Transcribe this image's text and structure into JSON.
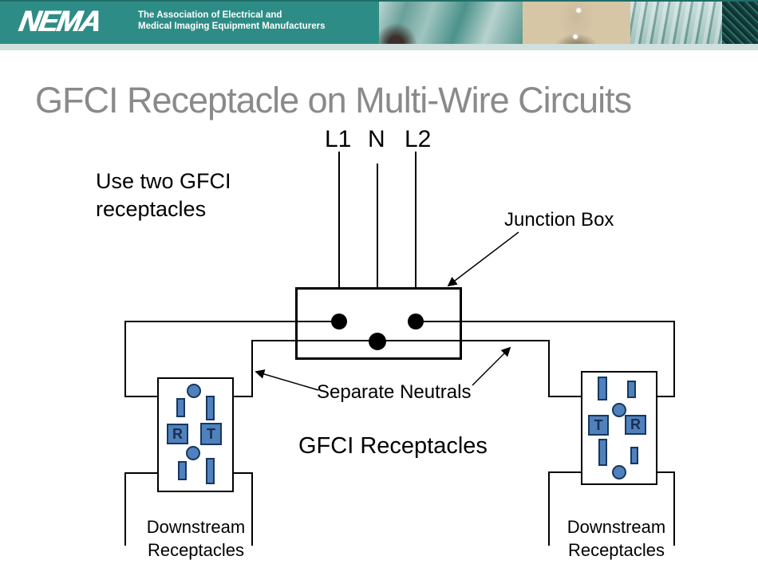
{
  "header": {
    "logo_text": "NEMA",
    "association_line1": "The Association of Electrical and",
    "association_line2": "Medical Imaging Equipment Manufacturers",
    "photos": [
      "imaging-equipment-photo",
      "light-bulb-photo",
      "xray-film-photo",
      "circuit-hatch-pattern"
    ]
  },
  "title": "GFCI Receptacle on Multi-Wire Circuits",
  "annotations": {
    "l1": "L1",
    "n": "N",
    "l2": "L2",
    "note": "Use two GFCI receptacles",
    "junction_box": "Junction Box",
    "separate_neutrals": "Separate Neutrals",
    "gfci_receptacles": "GFCI Receptacles",
    "downstream_left": "Downstream Receptacles",
    "downstream_right": "Downstream Receptacles"
  },
  "receptacles": {
    "left": {
      "button_left": "R",
      "button_right": "T"
    },
    "right": {
      "button_left": "T",
      "button_right": "R"
    }
  },
  "colors": {
    "header_teal": "#2E8C86",
    "header_substrip": "#CFE0DE",
    "title_gray": "#8A8A8A",
    "receptacle_blue": "#4F81BD",
    "receptacle_border": "#17375D",
    "wire": "#000000"
  }
}
